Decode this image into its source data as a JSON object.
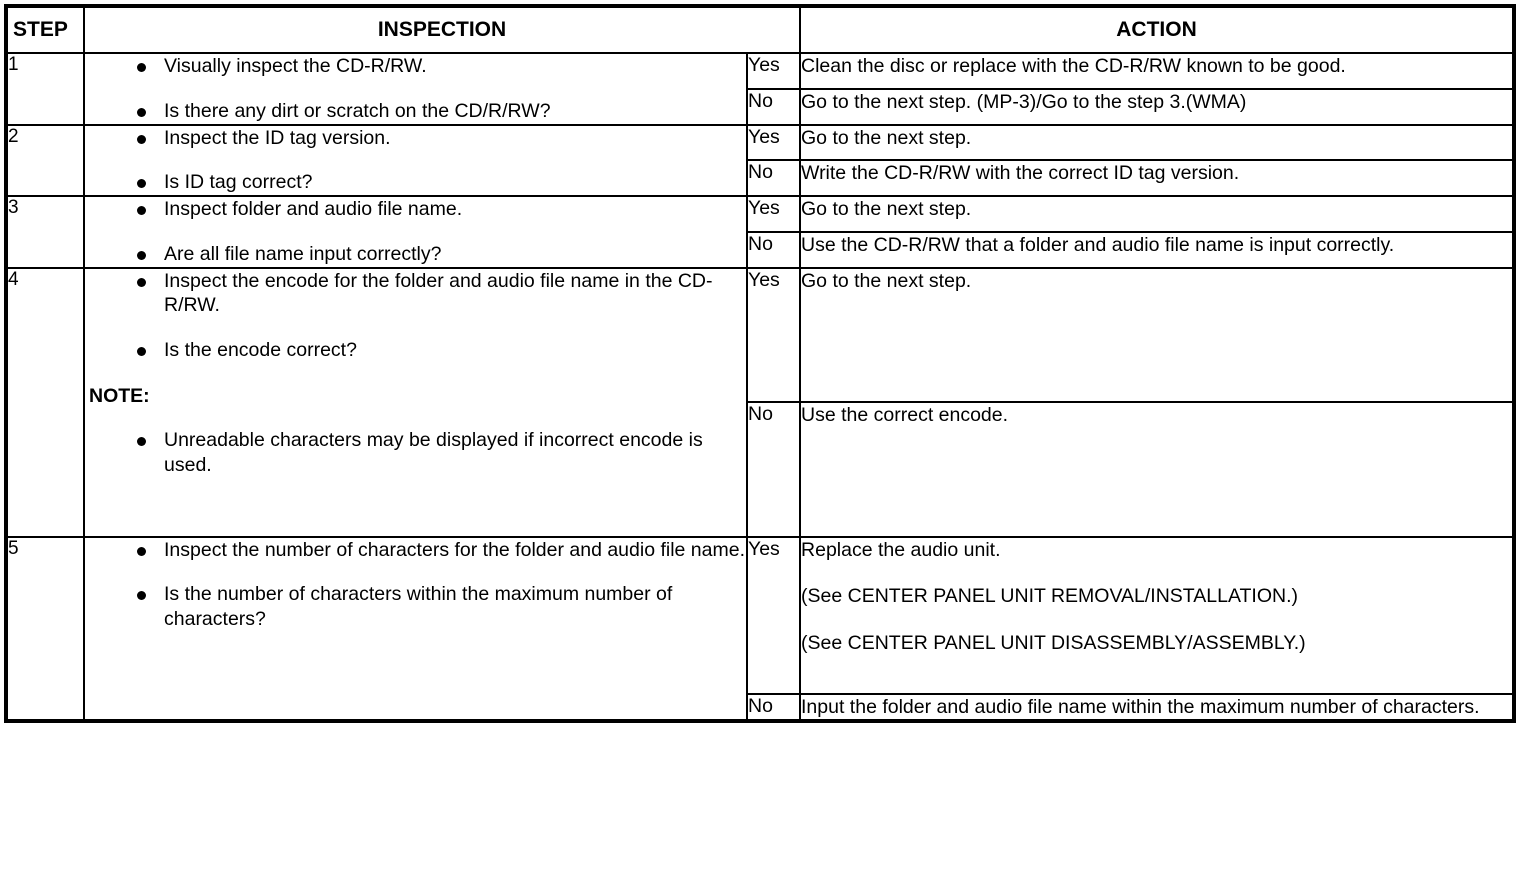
{
  "table": {
    "headers": {
      "step": "STEP",
      "inspection": "INSPECTION",
      "action": "ACTION"
    },
    "rows": [
      {
        "step": "1",
        "inspection": {
          "bullets": [
            "Visually inspect the CD-R/RW.",
            "Is there any dirt or scratch on the CD/R/RW?"
          ]
        },
        "branches": [
          {
            "label": "Yes",
            "paragraphs": [
              "Clean the disc or replace with the CD-R/RW known to be good."
            ]
          },
          {
            "label": "No",
            "paragraphs": [
              "Go to the next step. (MP-3)/Go to the step 3.(WMA)"
            ]
          }
        ]
      },
      {
        "step": "2",
        "inspection": {
          "bullets": [
            "Inspect the ID tag version.",
            "Is ID tag correct?"
          ]
        },
        "branches": [
          {
            "label": "Yes",
            "paragraphs": [
              "Go to the next step."
            ]
          },
          {
            "label": "No",
            "paragraphs": [
              "Write the CD-R/RW with the correct ID tag version."
            ]
          }
        ]
      },
      {
        "step": "3",
        "inspection": {
          "bullets": [
            "Inspect folder and audio file name.",
            "Are all file name input correctly?"
          ]
        },
        "branches": [
          {
            "label": "Yes",
            "paragraphs": [
              "Go to the next step."
            ]
          },
          {
            "label": "No",
            "paragraphs": [
              "Use the CD-R/RW that a folder and audio file name is input correctly."
            ]
          }
        ]
      },
      {
        "step": "4",
        "inspection": {
          "bullets": [
            "Inspect the encode for the folder and audio file name in the CD-R/RW.",
            "Is the encode correct?"
          ],
          "note_label": "NOTE:",
          "note_bullets": [
            "Unreadable characters may be displayed if incorrect encode is used."
          ]
        },
        "branches": [
          {
            "label": "Yes",
            "paragraphs": [
              "Go to the next step."
            ]
          },
          {
            "label": "No",
            "paragraphs": [
              "Use the correct encode."
            ]
          }
        ]
      },
      {
        "step": "5",
        "inspection": {
          "bullets": [
            "Inspect the number of characters for the folder and audio file name.",
            "Is the number of characters within the maximum number of characters?"
          ]
        },
        "branches": [
          {
            "label": "Yes",
            "paragraphs": [
              "Replace the audio unit.",
              "(See CENTER PANEL UNIT REMOVAL/INSTALLATION.)",
              "(See CENTER PANEL UNIT DISASSEMBLY/ASSEMBLY.)"
            ]
          },
          {
            "label": "No",
            "paragraphs": [
              "Input the folder and audio file name within the maximum number of characters."
            ]
          }
        ]
      }
    ]
  }
}
